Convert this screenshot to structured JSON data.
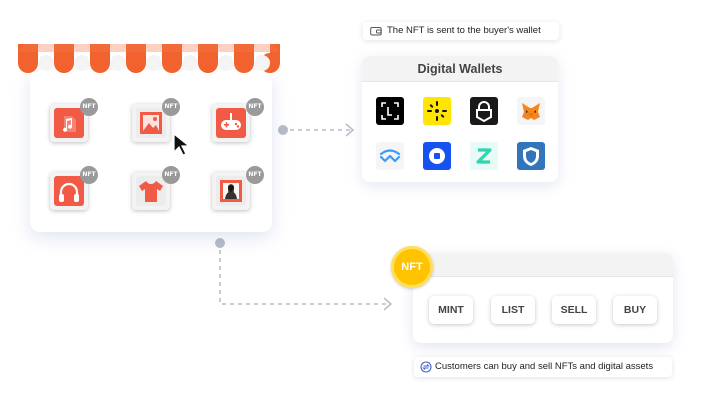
{
  "store": {
    "items": [
      {
        "icon": "music-file-icon",
        "badge": "NFT"
      },
      {
        "icon": "image-file-icon",
        "badge": "NFT"
      },
      {
        "icon": "gamepad-icon",
        "badge": "NFT"
      },
      {
        "icon": "headphones-icon",
        "badge": "NFT"
      },
      {
        "icon": "tshirt-icon",
        "badge": "NFT"
      },
      {
        "icon": "portrait-art-icon",
        "badge": "NFT"
      }
    ]
  },
  "wallet_notice": {
    "text": "The NFT is sent to the buyer's wallet"
  },
  "wallets": {
    "title": "Digital Wallets",
    "items": [
      {
        "name": "ledger-icon"
      },
      {
        "name": "yellow-burst-wallet-icon"
      },
      {
        "name": "lock-wallet-icon"
      },
      {
        "name": "metamask-fox-icon"
      },
      {
        "name": "walletconnect-icon"
      },
      {
        "name": "coinbase-wallet-icon"
      },
      {
        "name": "zengo-wallet-icon"
      },
      {
        "name": "trust-wallet-shield-icon"
      }
    ]
  },
  "marketplace": {
    "coin_label": "NFT",
    "buttons": [
      "MINT",
      "LIST",
      "SELL",
      "BUY"
    ]
  },
  "market_notice": {
    "text": "Customers can buy and sell NFTs and digital assets"
  },
  "colors": {
    "accent_orange": "#f15a45",
    "awning_orange": "#f2622e",
    "coin_yellow": "#ffc300",
    "connector": "#b7bcc8"
  }
}
